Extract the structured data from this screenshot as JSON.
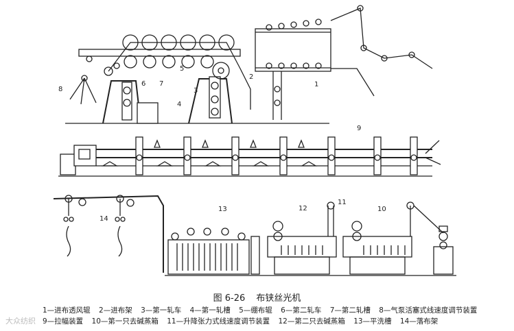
{
  "figure": {
    "number": "图 6-26",
    "title": "布铗丝光机"
  },
  "callouts": {
    "top": [
      "8",
      "6",
      "7",
      "3",
      "5",
      "4",
      "2",
      "1"
    ],
    "middle": [
      "9"
    ],
    "bottom": [
      "14",
      "13",
      "12",
      "11",
      "10"
    ]
  },
  "legend": {
    "items": [
      "1—进布透风辊",
      "2—进布架",
      "3—第一轧车",
      "4—第一轧槽",
      "5—绷布辊",
      "6—第二轧车",
      "7—第二轧槽",
      "8—气泵活塞式线速度调节装置",
      "9—拉幅装置",
      "10—第一只去碱蒸箱",
      "11—升降张力式线速度调节装置",
      "12—第二只去碱蒸箱",
      "13—平洗槽",
      "14—落布架"
    ]
  },
  "watermark": "大众纺织"
}
